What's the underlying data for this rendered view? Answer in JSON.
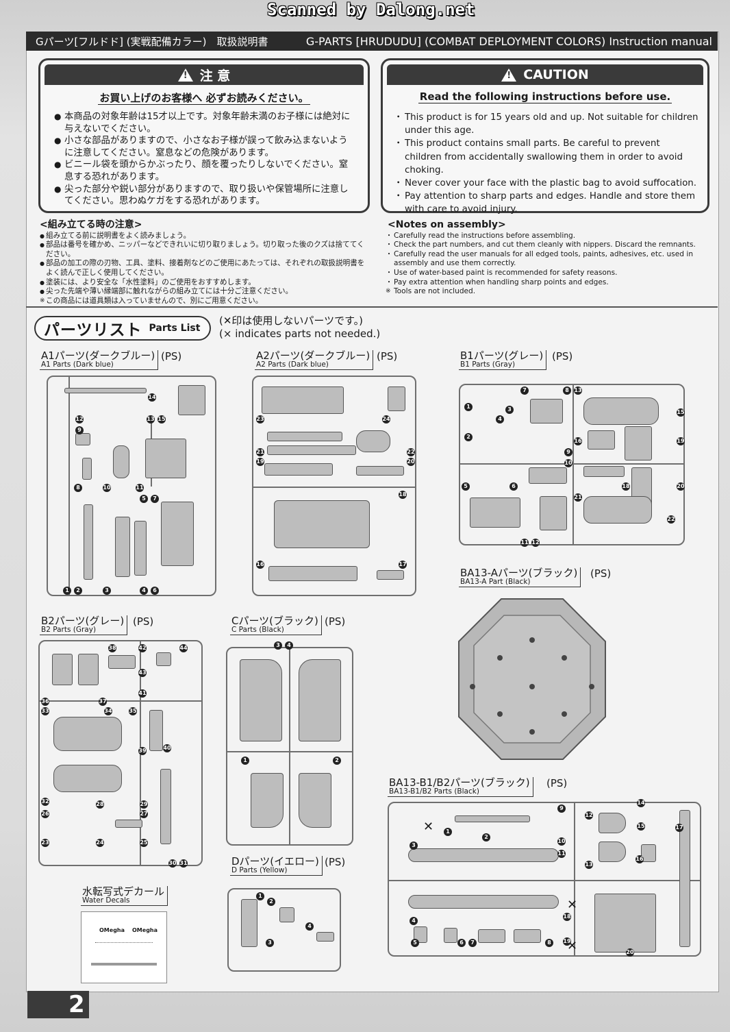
{
  "scanner": "Scanned by Dalong.net",
  "title": {
    "jp": "Gパーツ[フルドド] (実戦配備カラー)　取扱説明書",
    "en": "G-PARTS [HRUDUDU] (COMBAT DEPLOYMENT COLORS) Instruction manual"
  },
  "caution_jp": {
    "header": "注 意",
    "subtitle": "お買い上げのお客様へ 必ずお読みください。",
    "items": [
      "本商品の対象年齢は15才以上です。対象年齢未満のお子様には絶対に与えないでください。",
      "小さな部品がありますので、小さなお子様が誤って飲み込まないように注意してください。窒息などの危険があります。",
      "ビニール袋を頭からかぶったり、顔を覆ったりしないでください。窒息する恐れがあります。",
      "尖った部分や鋭い部分がありますので、取り扱いや保管場所に注意してください。思わぬケガをする恐れがあります。"
    ]
  },
  "caution_en": {
    "header": "CAUTION",
    "subtitle": "Read the following instructions before use.",
    "items": [
      "This product is for 15 years old and up. Not suitable for children under this age.",
      "This product contains small parts. Be careful to prevent children from accidentally swallowing them in order to avoid choking.",
      "Never cover your face with the plastic bag to avoid suffocation.",
      "Pay attention to sharp parts and edges. Handle and store them with care to avoid injury."
    ]
  },
  "assembly_jp": {
    "title": "<組み立てる時の注意>",
    "items": [
      "組み立てる前に説明書をよく読みましょう。",
      "部品は番号を確かめ、ニッパーなどできれいに切り取りましょう。切り取った後のクズは捨ててください。",
      "部品の加工の際の刃物、工具、塗料、接着剤などのご使用にあたっては、それぞれの取扱説明書をよく読んで正しく使用してください。",
      "塗装には、より安全な「水性塗料」のご使用をおすすめします。",
      "尖った先端や薄い縁端部に触れながらの組み立てには十分ご注意ください。"
    ],
    "footnote": "この商品には道具類は入っていませんので、別にご用意ください。"
  },
  "assembly_en": {
    "title": "<Notes on assembly>",
    "items": [
      "Carefully read the instructions before assembling.",
      "Check the part numbers, and cut them cleanly with nippers.  Discard the remnants.",
      "Carefully read the user manuals for all edged tools, paints, adhesives, etc. used in assembly and use them correctly.",
      "Use of water-based paint is recommended for safety reasons.",
      "Pay extra attention when handling sharp points and edges."
    ],
    "footnote": "Tools are not included."
  },
  "parts_list": {
    "title_jp": "パーツリスト",
    "title_en": "Parts List",
    "note_jp": "(✕印は使用しないパーツです。)",
    "note_en": "(× indicates parts not needed.)"
  },
  "sprues": {
    "a1": {
      "jp": "A1パーツ(ダークブルー)",
      "en": "A1 Parts (Dark blue)",
      "ps": "(PS)"
    },
    "a2": {
      "jp": "A2パーツ(ダークブルー)",
      "en": "A2 Parts (Dark blue)",
      "ps": "(PS)"
    },
    "b1": {
      "jp": "B1パーツ(グレー)",
      "en": "B1 Parts (Gray)",
      "ps": "(PS)"
    },
    "ba13a": {
      "jp": "BA13-Aパーツ(ブラック)",
      "en": "BA13-A Part (Black)",
      "ps": "(PS)"
    },
    "b2": {
      "jp": "B2パーツ(グレー)",
      "en": "B2 Parts (Gray)",
      "ps": "(PS)"
    },
    "c": {
      "jp": "Cパーツ(ブラック)",
      "en": "C Parts (Black)",
      "ps": "(PS)"
    },
    "ba13b": {
      "jp": "BA13-B1/B2パーツ(ブラック)",
      "en": "BA13-B1/B2 Parts (Black)",
      "ps": "(PS)"
    },
    "d": {
      "jp": "Dパーツ(イエロー)",
      "en": "D Parts (Yellow)",
      "ps": "(PS)"
    },
    "decal": {
      "jp": "水転写式デカール",
      "en": "Water Decals"
    }
  },
  "decal_sheet": {
    "logo": "OMegha"
  },
  "page_number": "2"
}
